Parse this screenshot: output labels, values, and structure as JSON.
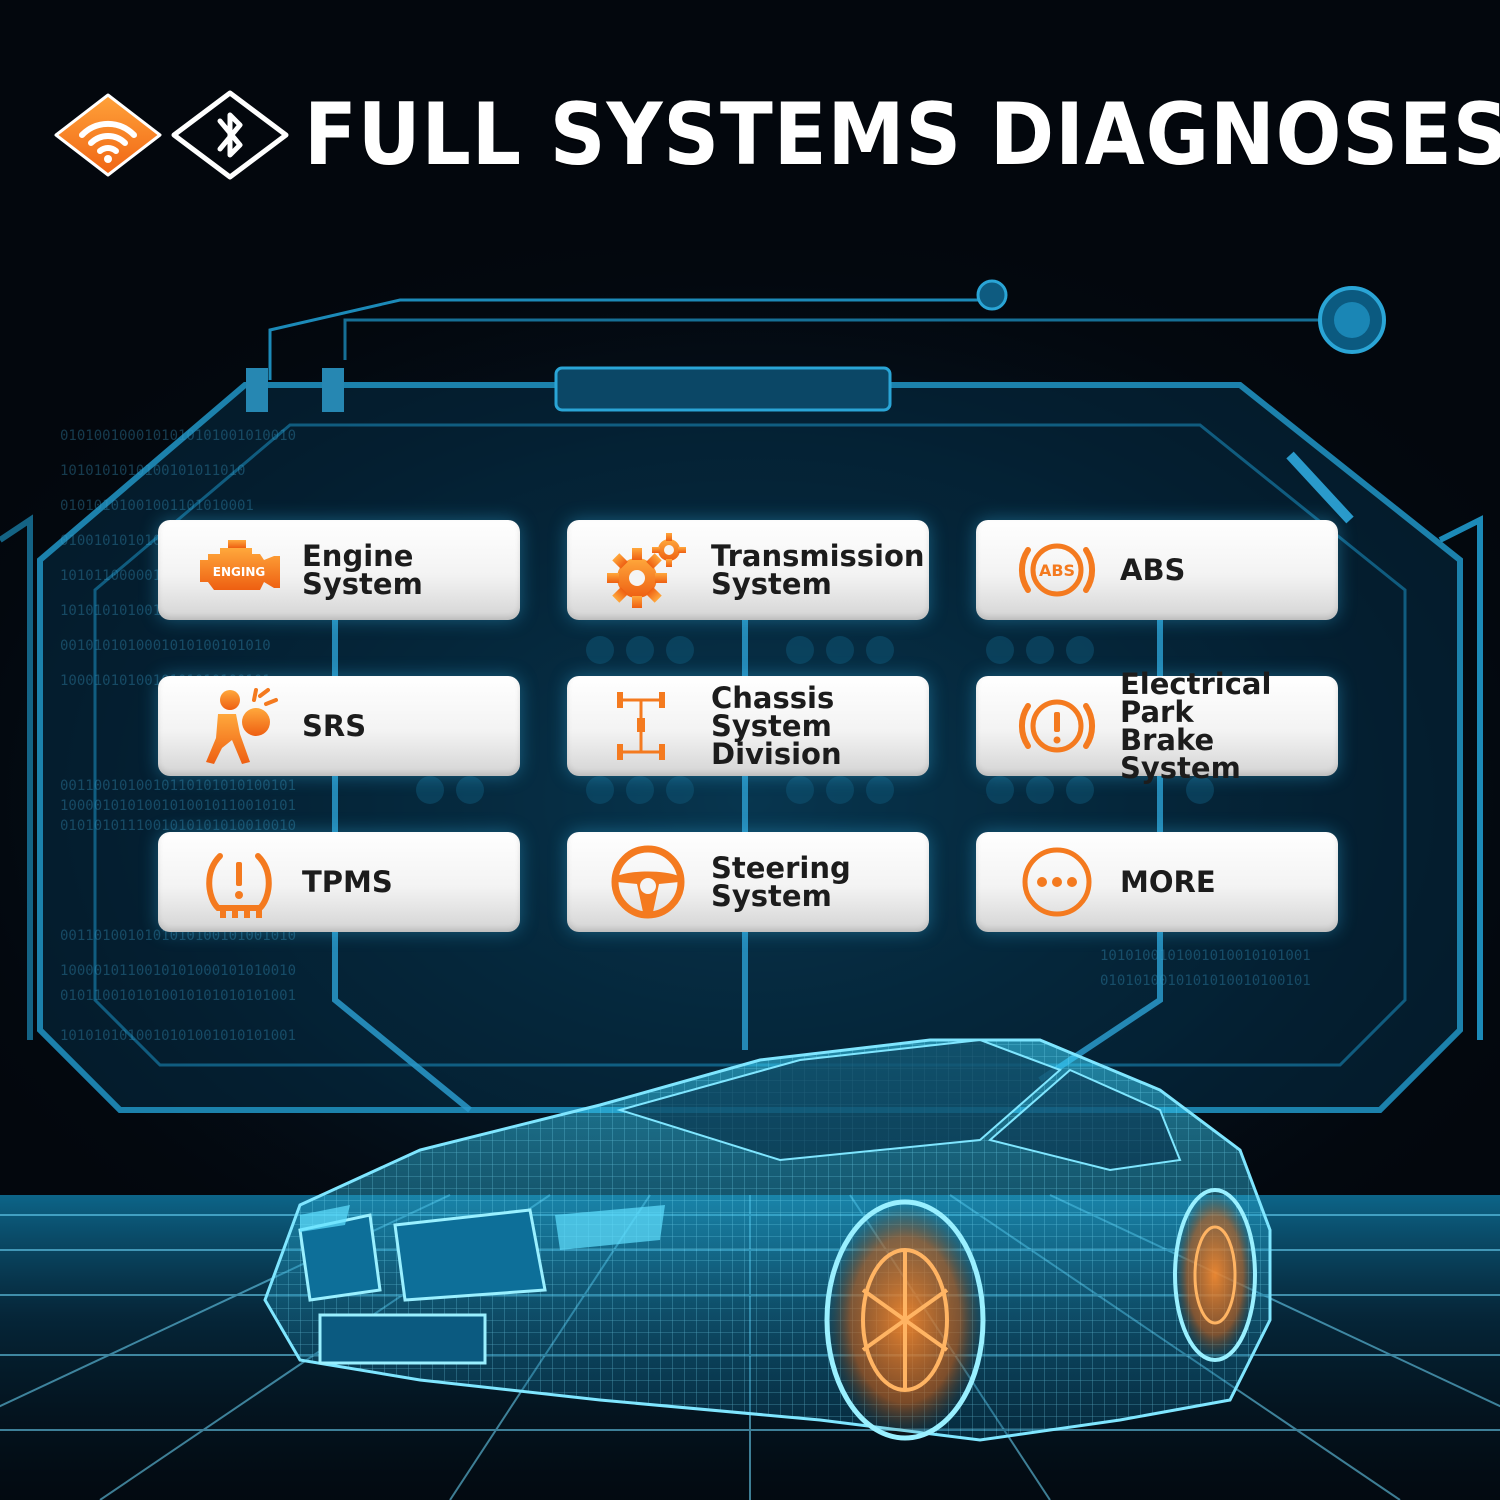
{
  "header": {
    "title": "FULL SYSTEMS DIAGNOSES",
    "badges": [
      "wifi-icon",
      "bluetooth-icon"
    ]
  },
  "systems": [
    {
      "icon": "engine-icon",
      "icon_text": "ENGING",
      "lines": [
        "Engine",
        "System"
      ]
    },
    {
      "icon": "gears-icon",
      "lines": [
        "Transmission",
        "System"
      ]
    },
    {
      "icon": "abs-icon",
      "icon_text": "ABS",
      "lines": [
        "ABS"
      ]
    },
    {
      "icon": "airbag-icon",
      "lines": [
        "SRS"
      ]
    },
    {
      "icon": "chassis-icon",
      "lines": [
        "Chassis System",
        "Division"
      ]
    },
    {
      "icon": "parking-brake-icon",
      "lines": [
        "Electrical Park",
        "Brake System"
      ]
    },
    {
      "icon": "tire-pressure-icon",
      "lines": [
        "TPMS"
      ]
    },
    {
      "icon": "steering-wheel-icon",
      "lines": [
        "Steering",
        "System"
      ]
    },
    {
      "icon": "more-icon",
      "lines": [
        "MORE"
      ]
    }
  ],
  "colors": {
    "accent_orange": "#f47a1f",
    "accent_orange_light": "#f9a23a",
    "glow_cyan": "#3cc8ff",
    "background": "#03070d"
  }
}
